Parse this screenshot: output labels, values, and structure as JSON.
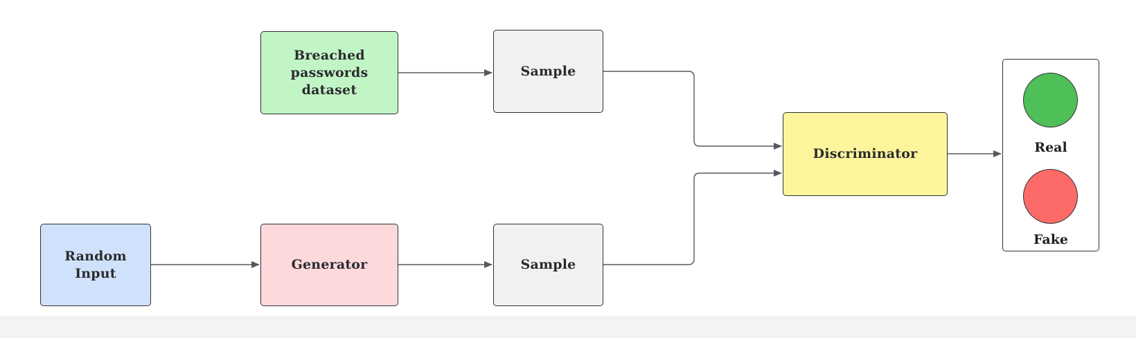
{
  "nodes": {
    "random_input": "Random\nInput",
    "generator": "Generator",
    "sample_bottom": "Sample",
    "breached_dataset": "Breached\npasswords\ndataset",
    "sample_top": "Sample",
    "discriminator": "Discriminator"
  },
  "outputs": {
    "real": {
      "label": "Real",
      "color": "#4fbf58"
    },
    "fake": {
      "label": "Fake",
      "color": "#fd6b69"
    }
  },
  "colors": {
    "random_input_fill": "#d0e2fb",
    "generator_fill": "#fdd9dc",
    "sample_fill": "#f1f1f2",
    "dataset_fill": "#c2f5c6",
    "discriminator_fill": "#fdf59c",
    "edge": "#55595f"
  },
  "edges": [
    {
      "from": "random_input",
      "to": "generator"
    },
    {
      "from": "generator",
      "to": "sample_bottom"
    },
    {
      "from": "breached_dataset",
      "to": "sample_top"
    },
    {
      "from": "sample_top",
      "to": "discriminator"
    },
    {
      "from": "sample_bottom",
      "to": "discriminator"
    },
    {
      "from": "discriminator",
      "to": "outputs"
    }
  ]
}
